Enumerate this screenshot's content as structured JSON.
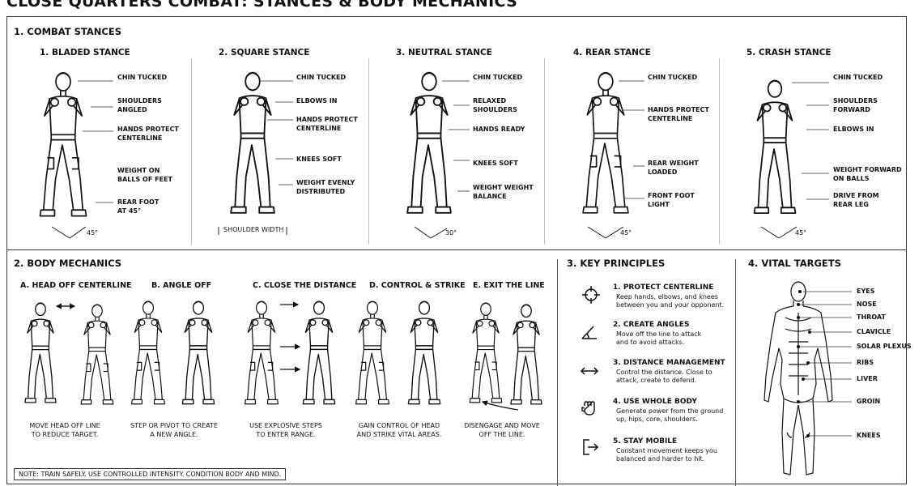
{
  "title": "CLOSE QUARTERS COMBAT: STANCES & BODY MECHANICS",
  "sections": {
    "stances": "1. COMBAT STANCES",
    "mechanics": "2. BODY MECHANICS",
    "principles": "3. KEY PRINCIPLES",
    "targets": "4. VITAL TARGETS"
  },
  "stances": [
    {
      "name": "1. BLADED STANCE",
      "labels": [
        "CHIN TUCKED",
        "SHOULDERS\nANGLED",
        "HANDS PROTECT\nCENTERLINE",
        "WEIGHT ON\nBALLS OF FEET",
        "REAR FOOT\nAT 45°"
      ],
      "angle": "45°"
    },
    {
      "name": "2. SQUARE STANCE",
      "labels": [
        "CHIN TUCKED",
        "ELBOWS IN",
        "HANDS PROTECT\nCENTERLINE",
        "KNEES SOFT",
        "WEIGHT EVENLY\nDISTRIBUTED"
      ],
      "angle": "SHOULDER WIDTH"
    },
    {
      "name": "3. NEUTRAL STANCE",
      "labels": [
        "CHIN TUCKED",
        "RELAXED\nSHOULDERS",
        "HANDS READY",
        "KNEES SOFT",
        "WEIGHT WEIGHT\nBALANCE"
      ],
      "angle": "30°"
    },
    {
      "name": "4. REAR STANCE",
      "labels": [
        "CHIN TUCKED",
        "HANDS PROTECT\nCENTERLINE",
        "REAR WEIGHT\nLOADED",
        "FRONT FOOT\nLIGHT"
      ],
      "angle": "45°"
    },
    {
      "name": "5. CRASH STANCE",
      "labels": [
        "CHIN TUCKED",
        "SHOULDERS\nFORWARD",
        "ELBOWS IN",
        "WEIGHT FORWARD\nON BALLS",
        "DRIVE FROM\nREAR LEG"
      ],
      "angle": "45°"
    }
  ],
  "mechanics": [
    {
      "name": "A. HEAD OFF CENTERLINE",
      "caption": "MOVE HEAD OFF LINE\nTO REDUCE TARGET."
    },
    {
      "name": "B. ANGLE OFF",
      "caption": "STEP OR PIVOT TO CREATE\nA NEW ANGLE."
    },
    {
      "name": "C. CLOSE THE DISTANCE",
      "caption": "USE EXPLOSIVE STEPS\nTO ENTER RANGE."
    },
    {
      "name": "D. CONTROL & STRIKE",
      "caption": "GAIN CONTROL OF HEAD\nAND STRIKE VITAL AREAS."
    },
    {
      "name": "E. EXIT THE LINE",
      "caption": "DISENGAGE AND MOVE\nOFF THE LINE."
    }
  ],
  "principles": [
    {
      "title": "1. PROTECT CENTERLINE",
      "desc": "Keep hands, elbows, and knees\nbetween you and your opponent.",
      "icon": "crosshair-icon"
    },
    {
      "title": "2. CREATE ANGLES",
      "desc": "Move off the line to attack\nand to avoid attacks.",
      "icon": "angle-icon"
    },
    {
      "title": "3. DISTANCE MANAGEMENT",
      "desc": "Control the distance. Close to\nattack, create to defend.",
      "icon": "double-arrow-icon"
    },
    {
      "title": "4. USE WHOLE BODY",
      "desc": "Generate power from the ground\nup, hips, core, shoulders.",
      "icon": "fist-icon"
    },
    {
      "title": "5. STAY MOBILE",
      "desc": "Constant movement keeps you\nbalanced and harder to hit.",
      "icon": "exit-arrow-icon"
    }
  ],
  "targets": [
    "EYES",
    "NOSE",
    "THROAT",
    "CLAVICLE",
    "SOLAR PLEXUS",
    "RIBS",
    "LIVER",
    "GROIN",
    "KNEES"
  ],
  "note": "NOTE: TRAIN SAFELY. USE CONTROLLED INTENSITY. CONDITION BODY AND MIND."
}
